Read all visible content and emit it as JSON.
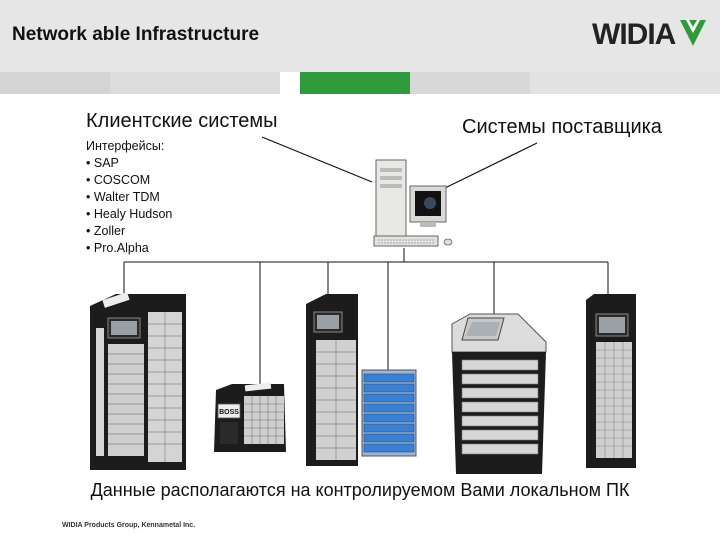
{
  "header": {
    "title": "Network able Infrastructure",
    "logo_text": "WIDIA"
  },
  "diagram": {
    "client_label": "Клиентские системы",
    "supplier_label": "Системы поставщика",
    "interfaces_heading": "Интерфейсы:",
    "interfaces": [
      "SAP",
      "COSCOM",
      "Walter TDM",
      "Healy Hudson",
      "Zoller",
      "Pro.Alpha"
    ],
    "vending_sticker": "BOSS",
    "caption": "Данные располагаются на контролируемом Вами локальном ПК"
  },
  "footer": {
    "text": "WIDIA Products Group, Kennametal Inc."
  },
  "colors": {
    "header_bg": "#e6e6e6",
    "stripe_green": "#2f9a3c",
    "stripe_light": "#d4d4d4",
    "cabinet_dark": "#1c1c1c",
    "drawer_blue": "#3a7fd0"
  }
}
